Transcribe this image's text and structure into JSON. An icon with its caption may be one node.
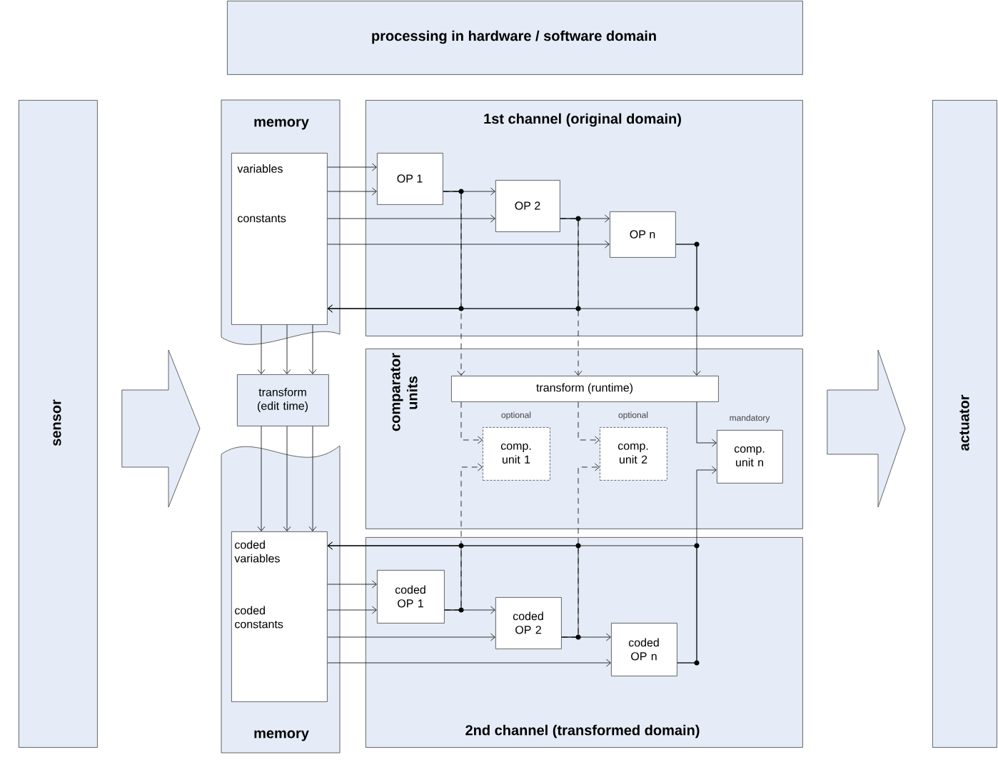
{
  "diagram": {
    "nodes": [
      {
        "text": [
          "processing in hardware / software domain"
        ]
      },
      {
        "text": [
          "sensor"
        ]
      },
      {
        "text": [
          "memory"
        ]
      },
      {
        "text": [
          "variables",
          "constants"
        ],
        "in": 2
      },
      {
        "text": [
          "1st channel (original domain)"
        ]
      },
      {
        "text": [
          "OP 1"
        ],
        "in": 4
      },
      {
        "text": [
          "OP 2"
        ],
        "in": 4
      },
      {
        "text": [
          "OP n"
        ],
        "in": 4
      },
      {
        "text": [
          "transform (edit time)"
        ]
      },
      {
        "text": [
          "comparator units"
        ]
      },
      {
        "text": [
          "transform (runtime)"
        ],
        "in": 9
      },
      {
        "text": [
          "comp. unit 1"
        ],
        "in": 9,
        "beside": [
          "optional"
        ]
      },
      {
        "text": [
          "comp. unit 2"
        ],
        "in": 9,
        "beside": [
          "optional"
        ]
      },
      {
        "text": [
          "comp. unit n"
        ],
        "in": 9,
        "beside": [
          "mandatory"
        ]
      },
      {
        "text": [
          "memory"
        ]
      },
      {
        "text": [
          "coded variables",
          "coded constants"
        ],
        "in": 14
      },
      {
        "text": [
          "2nd channel (transformed domain)"
        ]
      },
      {
        "text": [
          "coded OP 1"
        ],
        "in": 16
      },
      {
        "text": [
          "coded OP 2"
        ],
        "in": 16
      },
      {
        "text": [
          "coded OP n"
        ],
        "in": 16
      },
      {
        "text": [
          "actuator"
        ]
      }
    ],
    "edges": [
      {
        "from": 3,
        "to": 5,
        "arrow": "to"
      },
      {
        "from": 3,
        "to": 5,
        "arrow": "to"
      },
      {
        "from": 3,
        "to": 6,
        "arrow": "to"
      },
      {
        "from": 3,
        "to": 7,
        "arrow": "to"
      },
      {
        "from": 5,
        "to": 6,
        "arrow": "to"
      },
      {
        "from": 6,
        "to": 7,
        "arrow": "to"
      },
      {
        "from": 5,
        "to": 3,
        "arrow": "to"
      },
      {
        "from": 6,
        "to": 3,
        "arrow": "to"
      },
      {
        "from": 7,
        "to": 3,
        "arrow": "to"
      },
      {
        "from": 5,
        "to": 10,
        "arrow": "to",
        "style": "dashed"
      },
      {
        "from": 6,
        "to": 10,
        "arrow": "to",
        "style": "dashed"
      },
      {
        "from": 7,
        "to": 10,
        "arrow": "to"
      },
      {
        "from": 10,
        "to": 11,
        "arrow": "to",
        "style": "dashed"
      },
      {
        "from": 10,
        "to": 12,
        "arrow": "to",
        "style": "dashed"
      },
      {
        "from": 10,
        "to": 13,
        "arrow": "to"
      },
      {
        "from": 17,
        "to": 11,
        "arrow": "to",
        "style": "dashed"
      },
      {
        "from": 18,
        "to": 12,
        "arrow": "to",
        "style": "dashed"
      },
      {
        "from": 19,
        "to": 13,
        "arrow": "to"
      },
      {
        "from": 15,
        "to": 17,
        "arrow": "to"
      },
      {
        "from": 15,
        "to": 17,
        "arrow": "to"
      },
      {
        "from": 15,
        "to": 18,
        "arrow": "to"
      },
      {
        "from": 15,
        "to": 19,
        "arrow": "to"
      },
      {
        "from": 17,
        "to": 18,
        "arrow": "to"
      },
      {
        "from": 18,
        "to": 19,
        "arrow": "to"
      },
      {
        "from": 17,
        "to": 15,
        "arrow": "to"
      },
      {
        "from": 18,
        "to": 15,
        "arrow": "to"
      },
      {
        "from": 19,
        "to": 15,
        "arrow": "to"
      },
      {
        "from": 3,
        "to": 8,
        "arrow": "to"
      },
      {
        "from": 3,
        "to": 8,
        "arrow": "to"
      },
      {
        "from": 3,
        "to": 8,
        "arrow": "to"
      },
      {
        "from": 8,
        "to": 15,
        "arrow": "to"
      },
      {
        "from": 8,
        "to": 15,
        "arrow": "to"
      },
      {
        "from": 8,
        "to": 15,
        "arrow": "to"
      },
      {
        "from": 1,
        "to": 8,
        "arrow": "to"
      },
      {
        "from": 9,
        "to": 20,
        "arrow": "to"
      }
    ]
  }
}
